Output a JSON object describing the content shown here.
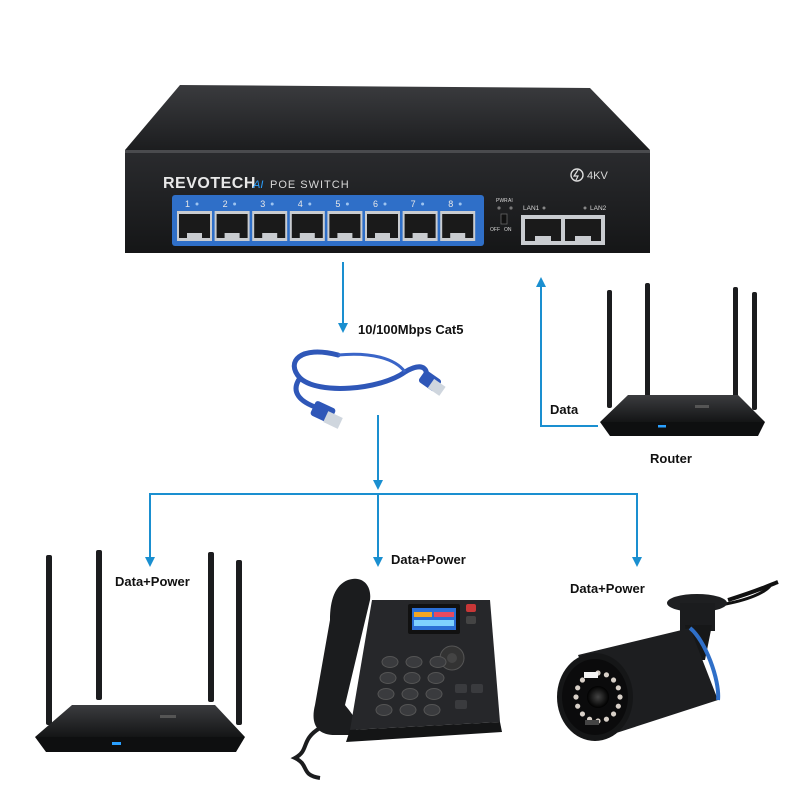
{
  "colors": {
    "arrow": "#1a8fd0",
    "switch_body": "#1f2022",
    "port_panel": "#2f6fc8",
    "cable": "#2f57b8",
    "device_dark": "#1b1c1e",
    "led_blue": "#2aa0ff"
  },
  "switch": {
    "brand": "REVOTECH",
    "ai_mark": "AI",
    "model": "POE SWITCH",
    "surge": "4KV",
    "port_numbers": [
      "1",
      "2",
      "3",
      "4",
      "5",
      "6",
      "7",
      "8"
    ],
    "pwr_label": "PWR",
    "ai_label": "AI",
    "off_label": "OFF",
    "on_label": "ON",
    "lan1": "LAN1",
    "lan2": "LAN2"
  },
  "labels": {
    "cable": "10/100Mbps Cat5",
    "router_link": "Data",
    "router": "Router",
    "device1": "Data+Power",
    "device2": "Data+Power",
    "device3": "Data+Power"
  },
  "icons": [
    "poe-switch-icon",
    "ethernet-cable-icon",
    "router-icon",
    "wifi-router-icon",
    "ip-phone-icon",
    "security-camera-icon",
    "surge-protection-icon"
  ]
}
